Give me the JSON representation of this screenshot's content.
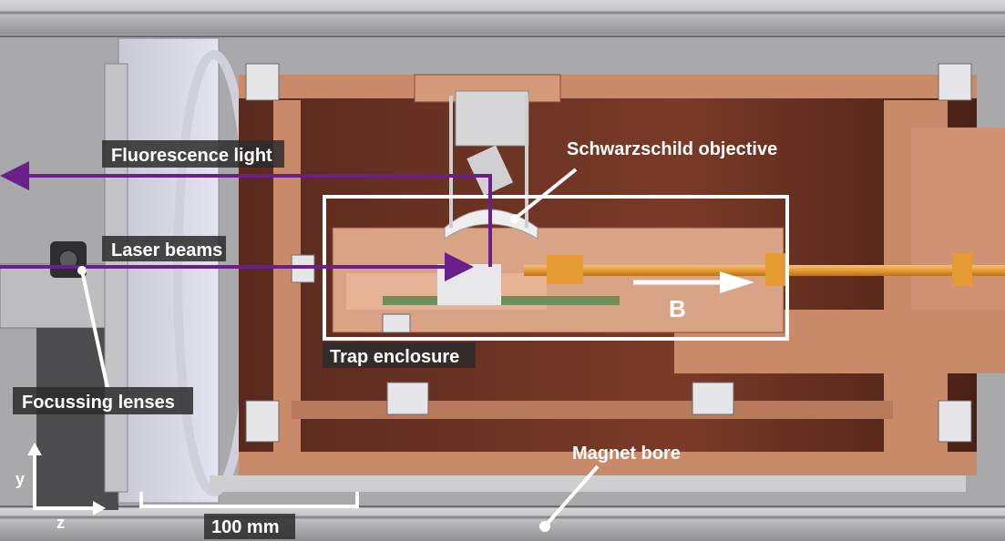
{
  "labels": {
    "fluorescence": "Fluorescence light",
    "laser": "Laser beams",
    "focussing": "Focussing lenses",
    "schwarzschild": "Schwarzschild objective",
    "trap": "Trap enclosure",
    "magnet": "Magnet bore",
    "field": "B",
    "scale": "100 mm",
    "axis_y": "y",
    "axis_z": "z"
  },
  "colors": {
    "copper": "#c98a6a",
    "copper_dark": "#8a4a34",
    "steel": "#b9b9bb",
    "beam": "#6a1f8a",
    "rod": "#e8a23a",
    "annotation": "#ffffff"
  }
}
